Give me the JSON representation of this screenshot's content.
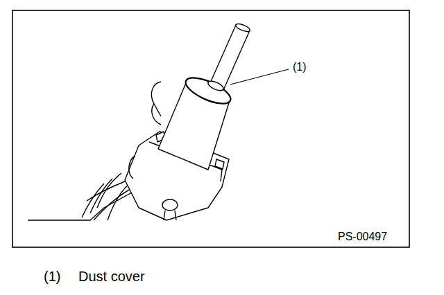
{
  "diagram": {
    "labels": [
      "(1)",
      "PS-00497",
      "(1)",
      "Dust cover"
    ]
  }
}
